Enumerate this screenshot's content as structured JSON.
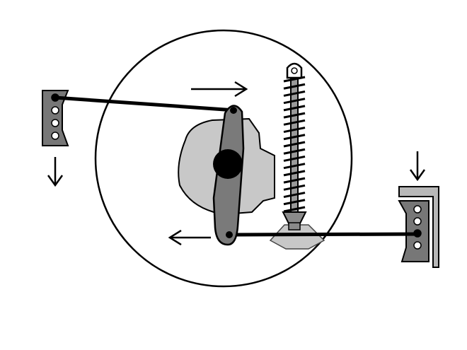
{
  "colors": {
    "background": "#ffffff",
    "outline": "#000000",
    "lever": "#7a7a7a",
    "cam": "#c8c8c8",
    "mount": "#777777",
    "spring": "#8a8a8a",
    "pivot": "#000000",
    "hole_fill": "#ffffff"
  },
  "components": {
    "left_bracket": {
      "holes": 4,
      "linked_hole": 1
    },
    "right_bracket": {
      "holes": 4,
      "linked_hole": 3
    },
    "arrows": [
      "right",
      "left",
      "down",
      "down"
    ],
    "spring_coils": 19
  }
}
